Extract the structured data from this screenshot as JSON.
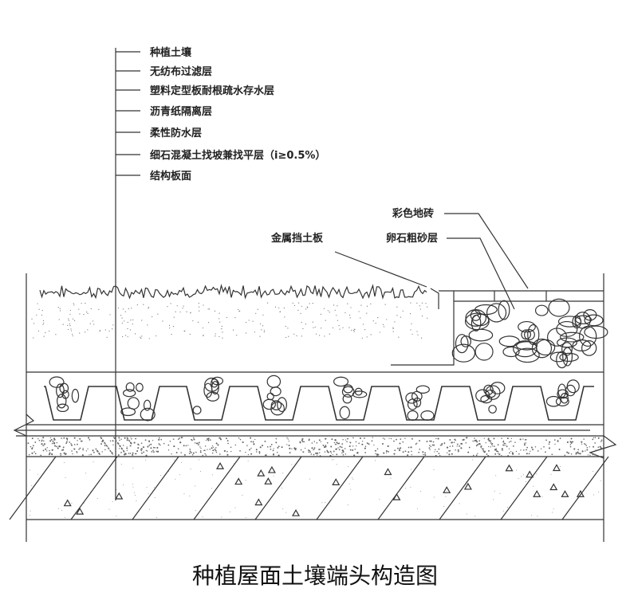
{
  "layers": [
    "种植土壤",
    "无纺布过滤层",
    "塑料定型板耐根疏水存水层",
    "沥青纸隔离层",
    "柔性防水层",
    "细石混凝土找坡兼找平层（i≥0.5%）",
    "结构板面"
  ],
  "callouts": {
    "tile": "彩色地砖",
    "pebble": "卵石粗砂层",
    "metal_plate": "金属挡土板"
  },
  "title": "种植屋面土壤端头构造图"
}
